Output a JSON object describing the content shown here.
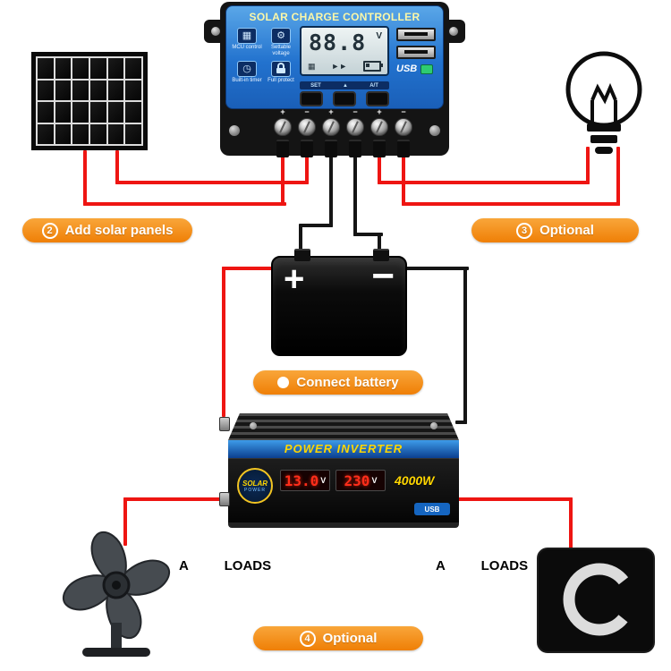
{
  "controller": {
    "title": "SOLAR CHARGE CONTROLLER",
    "lcd_value": "88.8",
    "lcd_unit": "V",
    "lcd_glyphs": {
      "panel": "▦",
      "arrows": "►►"
    },
    "features": [
      {
        "icon": "▦",
        "label": "MCU control"
      },
      {
        "icon": "⚙",
        "label": "Settable voltage"
      },
      {
        "icon": "◷",
        "label": "Built-in timer"
      },
      {
        "icon": "lock",
        "label": "Full protect"
      }
    ],
    "buttons": [
      {
        "label": "SET"
      },
      {
        "label": "▲"
      },
      {
        "label": "A/T"
      }
    ],
    "usb_label": "USB",
    "terminals": [
      "+",
      "−",
      "+",
      "−",
      "+",
      "−"
    ]
  },
  "battery": {
    "plus": "+",
    "minus": "−"
  },
  "badges": {
    "add_solar": {
      "number": "2",
      "label": "Add solar panels"
    },
    "optional_top": {
      "number": "3",
      "label": "Optional"
    },
    "connect_battery": {
      "label": "Connect battery"
    },
    "optional_bottom": {
      "number": "4",
      "label": "Optional"
    }
  },
  "inverter": {
    "banner": "POWER INVERTER",
    "logo_top": "SOLAR",
    "logo_bottom": "POWER",
    "display1_value": "13.0",
    "display1_unit": "V",
    "display2_value": "230",
    "display2_unit": "V",
    "power_rating": "4000W",
    "usb_label": "USB"
  },
  "loads": {
    "left_label": "A  LOADS",
    "right_label": "A  LOADS"
  },
  "colors": {
    "badge_orange": "#f5941d",
    "wire_red": "#ee1512",
    "wire_black": "#151515",
    "controller_blue": "#2272ce",
    "accent_yellow": "#ffd600",
    "led_red": "#ff2d1a"
  }
}
